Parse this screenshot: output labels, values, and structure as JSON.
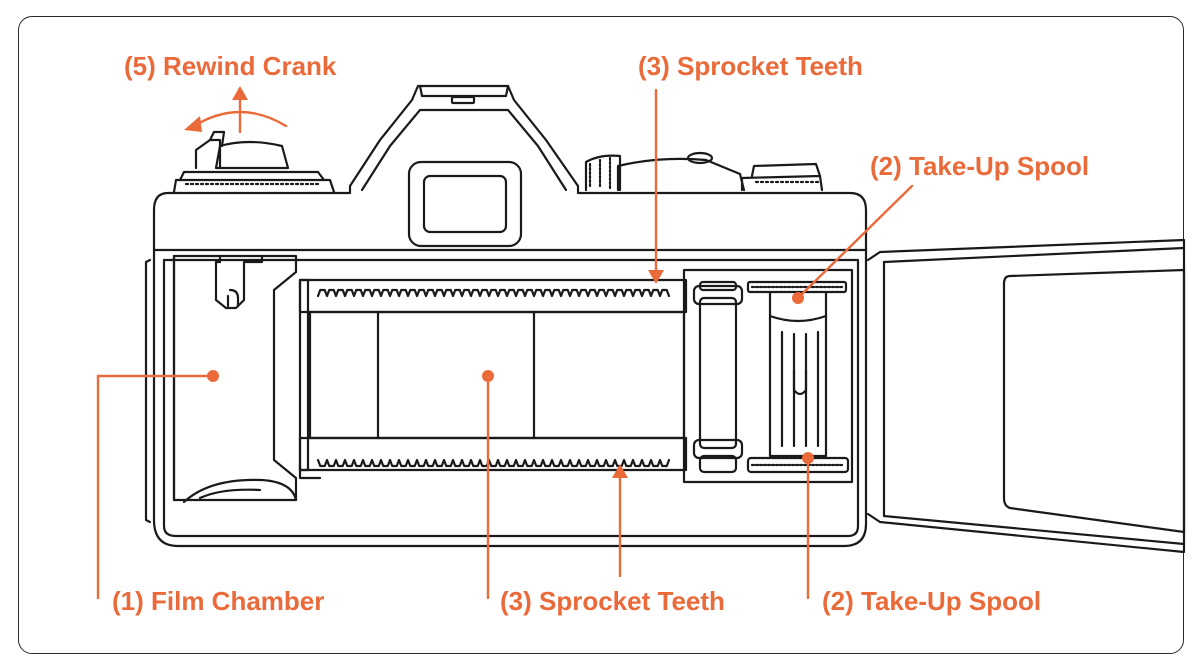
{
  "labels": {
    "rewind_crank": "(5) Rewind Crank",
    "sprocket_teeth_top": "(3) Sprocket Teeth",
    "take_up_spool_top": "(2) Take-Up Spool",
    "film_chamber": "(1) Film Chamber",
    "sprocket_teeth_bottom": "(3) Sprocket Teeth",
    "take_up_spool_bottom": "(2) Take-Up Spool"
  },
  "colors": {
    "accent": "#ea6a3a",
    "line": "#1a1a1a"
  }
}
